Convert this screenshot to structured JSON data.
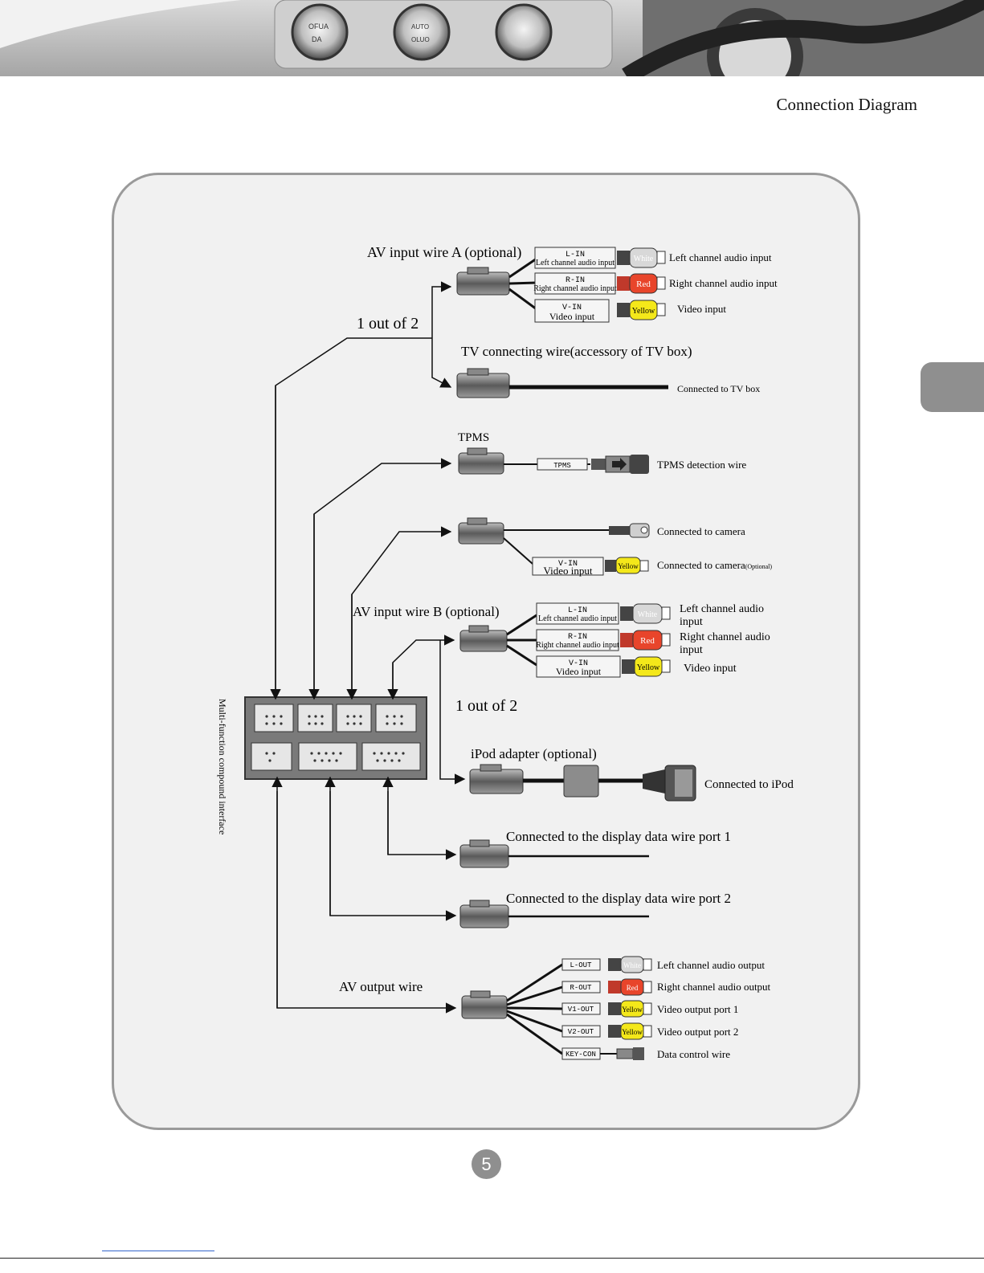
{
  "header": {
    "title": "Connection Diagram",
    "dash_knob_labels": [
      "OFUA",
      "DA",
      "AUTO",
      "OLUO"
    ]
  },
  "diagram": {
    "interface_label": "Multi-function compound interface",
    "av_input_a": {
      "title": "AV input wire A (optional)",
      "plugs": [
        {
          "code": "L-IN",
          "desc": "Left channel audio input",
          "color_name": "White",
          "color": "#d8d8d8",
          "label": "Left channel audio input"
        },
        {
          "code": "R-IN",
          "desc": "Right channel audio input",
          "color_name": "Red",
          "color": "#e8452b",
          "label": "Right channel audio input"
        },
        {
          "code": "V-IN",
          "desc": "Video input",
          "color_name": "Yellow",
          "color": "#f4e81a",
          "label": "Video input"
        }
      ]
    },
    "choice_top": "1 out of 2",
    "tv_wire": {
      "title": "TV connecting wire(accessory of TV box)",
      "label": "Connected to TV box"
    },
    "tpms": {
      "title": "TPMS",
      "code": "TPMS",
      "label": "TPMS detection wire"
    },
    "camera": {
      "label": "Connected to camera",
      "code": "V-IN",
      "desc": "Video input",
      "color_name": "Yellow",
      "color": "#f4e81a",
      "optional_label": "Connected to camera",
      "optional_note": "(Optional)"
    },
    "av_input_b": {
      "title": "AV input wire B (optional)",
      "plugs": [
        {
          "code": "L-IN",
          "desc": "Left channel audio input",
          "color_name": "White",
          "color": "#d8d8d8",
          "label_line1": "Left channel audio",
          "label_line2": "input"
        },
        {
          "code": "R-IN",
          "desc": "Right channel audio input",
          "color_name": "Red",
          "color": "#e8452b",
          "label_line1": "Right channel audio",
          "label_line2": "input"
        },
        {
          "code": "V-IN",
          "desc": "Video input",
          "color_name": "Yellow",
          "color": "#f4e81a",
          "label_line1": "Video input",
          "label_line2": ""
        }
      ]
    },
    "choice_bottom": "1 out of 2",
    "ipod": {
      "title": "iPod adapter (optional)",
      "label": "Connected to iPod"
    },
    "display_port_1": "Connected to the display data wire port 1",
    "display_port_2": "Connected to the display data wire port 2",
    "av_output": {
      "title": "AV output wire",
      "plugs": [
        {
          "code": "L-OUT",
          "color_name": "White",
          "color": "#d8d8d8",
          "label": "Left channel audio output"
        },
        {
          "code": "R-OUT",
          "color_name": "Red",
          "color": "#e8452b",
          "label": "Right channel audio output"
        },
        {
          "code": "V1-OUT",
          "color_name": "Yellow",
          "color": "#f4e81a",
          "label": "Video output port 1"
        },
        {
          "code": "V2-OUT",
          "color_name": "Yellow",
          "color": "#f4e81a",
          "label": "Video output port 2"
        },
        {
          "code": "KEY-CON",
          "color_name": "",
          "color": "#888888",
          "label": "Data control wire"
        }
      ]
    }
  },
  "footer": {
    "page_number": "5"
  }
}
